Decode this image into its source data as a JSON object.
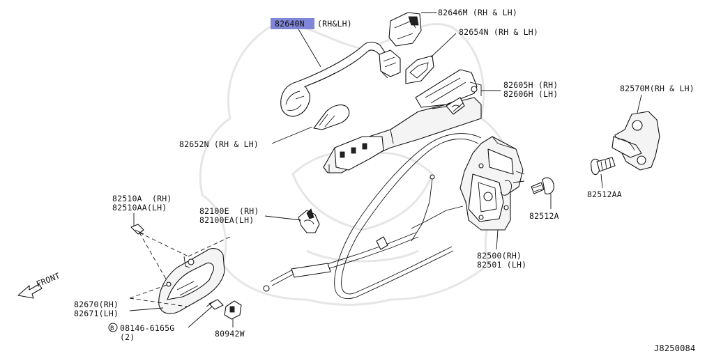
{
  "labels": {
    "outside_handle": {
      "part": "82640N",
      "qualifier": "(RH&LH)"
    },
    "handle_cover": "82646M (RH & LH)",
    "gasket": "82654N (RH & LH)",
    "bracket_rh": "82605H (RH)",
    "bracket_lh": "82606H (LH)",
    "escutcheon": "82652N (RH & LH)",
    "striker": "82570M(RH & LH)",
    "striker_screw": "82512AA",
    "lock_screw": "82512A",
    "lock_rh": "82500(RH)",
    "lock_lh": "82501 (LH)",
    "clip_rh": "82100E  (RH)",
    "clip_lh": "82100EA(LH)",
    "inside_screw_rh": "82510A  (RH)",
    "inside_screw_lh": "82510AA(LH)",
    "inside_handle_rh": "82670(RH)",
    "inside_handle_lh": "82671(LH)",
    "bolt_symbol": "B",
    "bolt": "08146-6165G",
    "bolt_qty": "(2)",
    "grommet": "80942W",
    "front": "FRONT",
    "diagram_code": "J8250084"
  },
  "colors": {
    "highlight": "#7f86d8",
    "ink": "#111111",
    "watermark": "#e6e6e6"
  }
}
